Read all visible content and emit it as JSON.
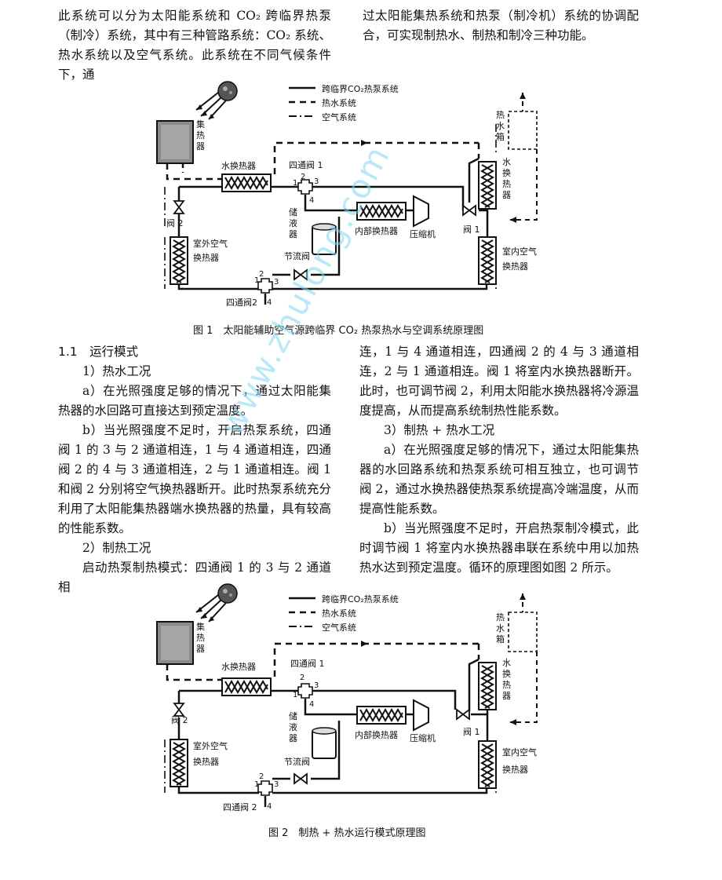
{
  "top": {
    "left": "此系统可以分为太阳能系统和 CO₂ 跨临界热泵（制冷）系统，其中有三种管路系统：CO₂ 系统、热水系统以及空气系统。此系统在不同气候条件下，通",
    "right": "过太阳能集热系统和热泵（制冷机）系统的协调配合，可实现制热水、制热和制冷三种功能。"
  },
  "legend": {
    "co2": "跨临界CO₂热泵系统",
    "water": "热水系统",
    "air": "空气系统"
  },
  "labels": {
    "collector": "集热器",
    "water_hx": "水换热器",
    "valve4_1": "四通阀 1",
    "valve4_2_fig1": "四通阀2",
    "valve4_2_fig2": "四通阀 2",
    "valve2": "阀 2",
    "valve1": "阀 1",
    "outdoor_hx_1": "室外空气",
    "outdoor_hx_2": "换热器",
    "receiver": "储液器",
    "internal_hx": "内部换热器",
    "compressor": "压缩机",
    "throttle": "节流阀",
    "tank": "热水箱",
    "indoor_water_hx": "水换热器",
    "indoor_air_1": "室内空气",
    "indoor_air_2": "换热器",
    "p1": "1",
    "p2": "2",
    "p3": "3",
    "p4": "4"
  },
  "fig1_caption": "图 1　太阳能辅助空气源跨临界 CO₂ 热泵热水与空调系统原理图",
  "fig2_caption": "图 2　制热 + 热水运行模式原理图",
  "left_col": {
    "section": "1.1　运行模式",
    "h1": "1）热水工况",
    "pa": "a）在光照强度足够的情况下，通过太阳能集热器的水回路可直接达到预定温度。",
    "pb": "b）当光照强度不足时，开启热泵系统，四通阀 1 的 3 与 2 通道相连，1 与 4 通道相连，四通阀 2 的 4 与 3 通道相连，2 与 1 通道相连。阀 1 和阀 2 分别将空气换热器断开。此时热泵系统充分利用了太阳能集热器端水换热器的热量，具有较高的性能系数。",
    "h2": "2）制热工况",
    "pc": "启动热泵制热模式：四通阀 1 的 3 与 2 通道相"
  },
  "right_col": {
    "pd": "连，1 与 4 通道相连，四通阀 2 的 4 与 3 通道相连，2 与 1 通道相连。阀 1 将室内水换热器断开。此时，也可调节阀 2，利用太阳能水换热器将冷源温度提高，从而提高系统制热性能系数。",
    "h3": "3）制热 + 热水工况",
    "pe": "a）在光照强度足够的情况下，通过太阳能集热器的水回路系统和热泵系统可相互独立，也可调节阀 2，通过水换热器使热泵系统提高冷端温度，从而提高性能系数。",
    "pf": "b）当光照强度不足时，开启热泵制冷模式，此时调节阀 1 将室内水换热器串联在系统中用以加热热水达到预定温度。循环的原理图如图 2 所示。"
  },
  "watermark": "www.zhulong.com"
}
